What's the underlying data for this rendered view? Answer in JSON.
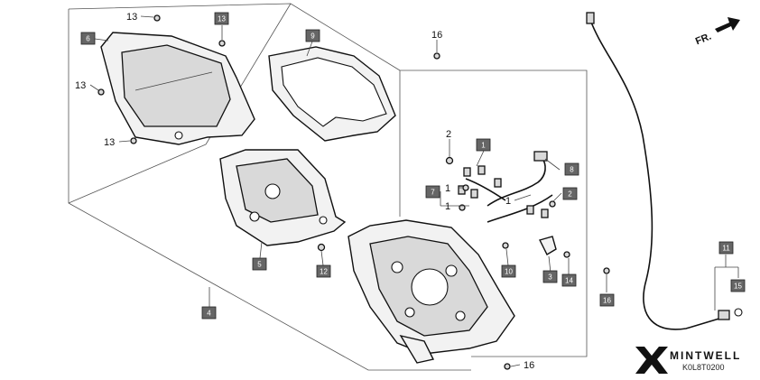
{
  "diagram_code": "K0L8T0200",
  "direction_label": "FR.",
  "logo_text": "MINTWELL",
  "callouts": {
    "n1a": "1",
    "n1b": "1",
    "n1c": "1",
    "n2a": "2",
    "n13a": "13",
    "n13b": "13",
    "n13c": "13",
    "n16a": "16",
    "n16b": "16"
  },
  "badges": {
    "b1": "1",
    "b2": "2",
    "b3": "3",
    "b4": "4",
    "b5": "5",
    "b6": "6",
    "b7": "7",
    "b8": "8",
    "b9": "9",
    "b10": "10",
    "b11": "11",
    "b12": "12",
    "b13": "13",
    "b14": "14",
    "b15": "15",
    "b16": "16"
  }
}
